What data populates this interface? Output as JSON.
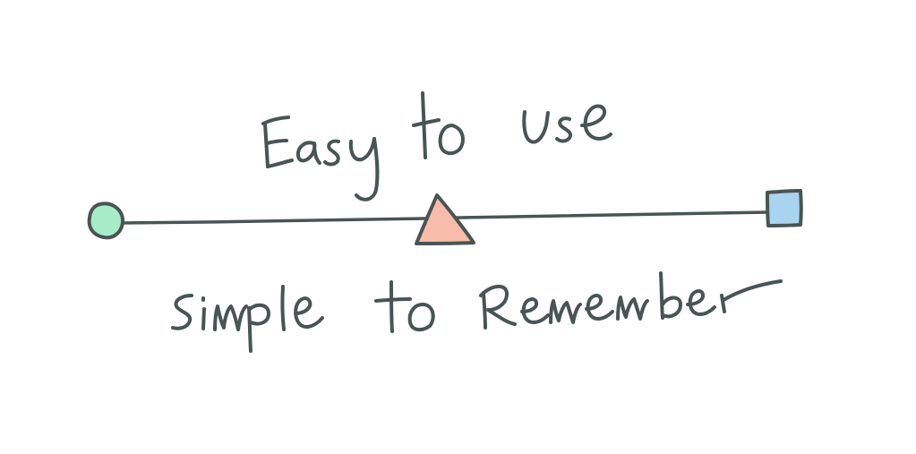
{
  "diagram": {
    "top_label": "Easy to use",
    "bottom_label": "simple to Remember",
    "colors": {
      "ink": "#4a5454",
      "circle_fill": "#a8ebc8",
      "triangle_fill": "#f7bcaa",
      "square_fill": "#a9d4f0",
      "background": "#ffffff"
    },
    "nodes": [
      {
        "shape": "circle",
        "position": "left-end",
        "icon": "circle-icon"
      },
      {
        "shape": "triangle",
        "position": "center",
        "icon": "triangle-icon"
      },
      {
        "shape": "square",
        "position": "right-end",
        "icon": "square-icon"
      }
    ],
    "connector": "horizontal-line"
  }
}
